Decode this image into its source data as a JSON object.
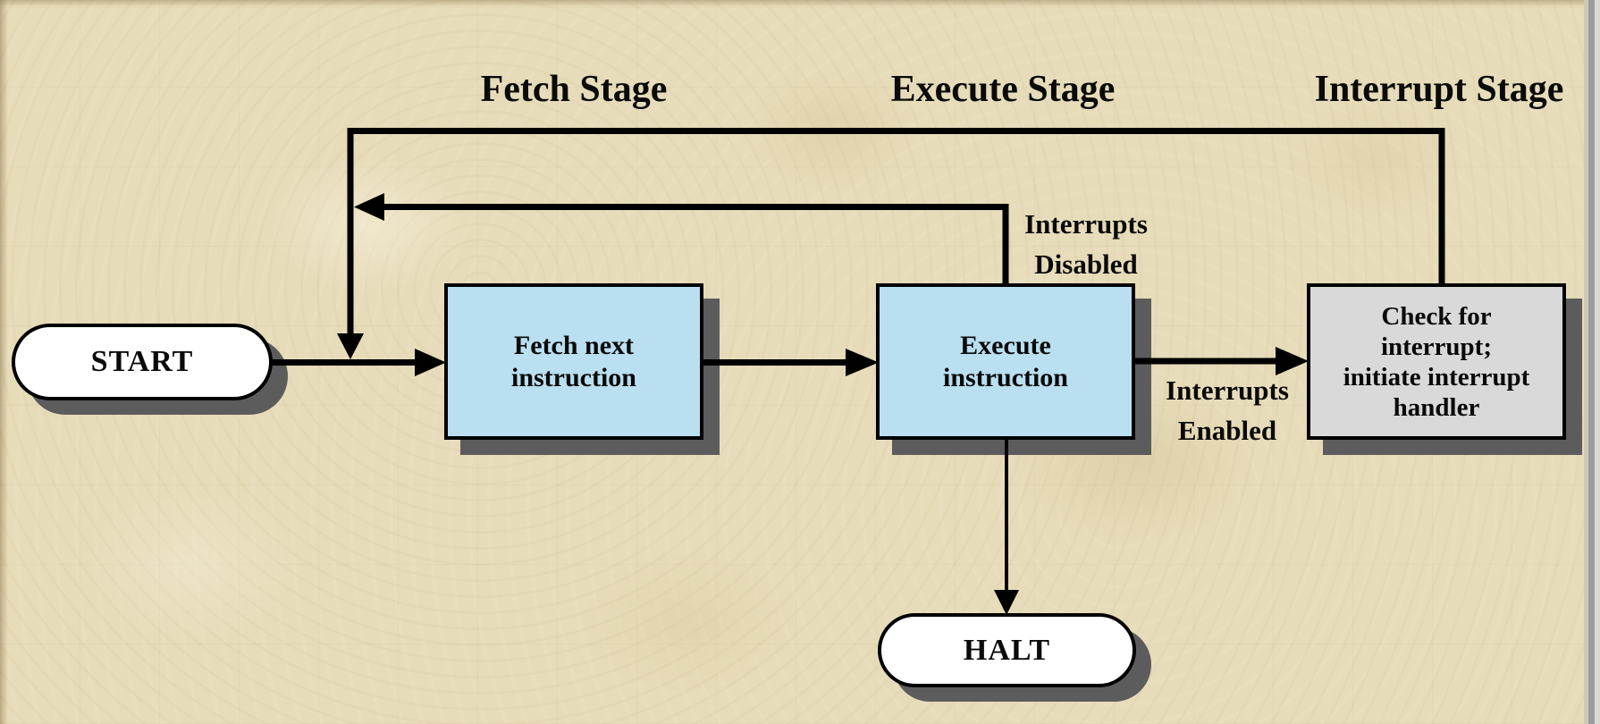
{
  "slide": {
    "stage_titles": {
      "fetch": "Fetch Stage",
      "execute": "Execute Stage",
      "interrupt": "Interrupt Stage"
    },
    "nodes": {
      "start": "START",
      "fetch_box": "Fetch next\ninstruction",
      "execute_box": "Execute\ninstruction",
      "interrupt_box": "Check for\ninterrupt;\ninitiate interrupt\nhandler",
      "halt": "HALT"
    },
    "edge_labels": {
      "interrupts_disabled": "Interrupts\nDisabled",
      "interrupts_enabled": "Interrupts\nEnabled"
    },
    "colors": {
      "background": "#e7dcba",
      "process_box_fill": "#b9dff0",
      "interrupt_box_fill": "#d9d9d9",
      "terminal_fill": "#ffffff",
      "shadow": "#5c5c5c",
      "line": "#000000"
    }
  }
}
